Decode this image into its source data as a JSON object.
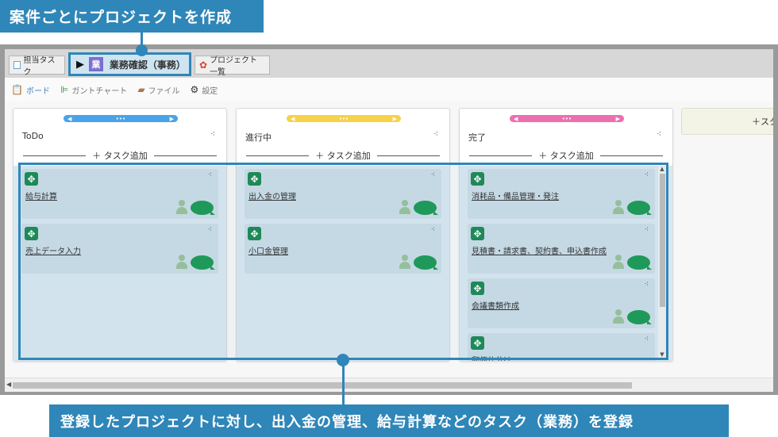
{
  "callouts": {
    "top": "案件ごとにプロジェクトを作成",
    "bottom": "登録したプロジェクトに対し、出入金の管理、給与計算などのタスク（業務）を登録"
  },
  "tabs": {
    "tasks": "担当タスク",
    "project_badge": "業",
    "project": "業務確認（事務）",
    "list": "プロジェクト一覧"
  },
  "views": {
    "board": "ボード",
    "gantt": "ガントチャート",
    "file": "ファイル",
    "settings": "設定"
  },
  "board": {
    "add_task": "タスク追加",
    "add_column": "スタ",
    "columns": [
      {
        "name": "ToDo",
        "color": "#4aa3e8",
        "cards": [
          "給与計算",
          "売上データ入力"
        ]
      },
      {
        "name": "進行中",
        "color": "#f6d24a",
        "cards": [
          "出入金の管理",
          "小口金管理"
        ]
      },
      {
        "name": "完了",
        "color": "#ee6fb0",
        "cards": [
          "消耗品・備品管理・発注",
          "見積書・請求書、契約書、申込書作成",
          "会議書類作成",
          "郵便仕分け"
        ]
      }
    ]
  },
  "icons": {
    "move": "move-icon",
    "menu": "dots-menu-icon",
    "assignee": "person-icon",
    "comment": "comment-icon"
  },
  "colors": {
    "accent": "#2f86b8",
    "card_move": "#1f8a55",
    "comment": "#1f9b56"
  }
}
